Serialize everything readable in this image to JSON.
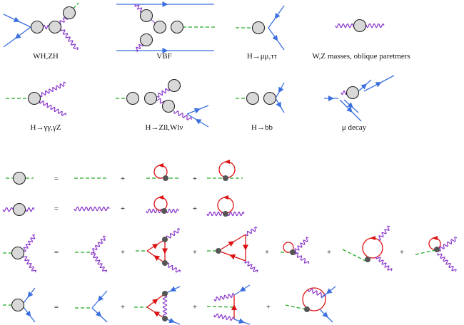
{
  "palette": {
    "scalar": "#22aa22",
    "fermion": "#3b6fe0",
    "boson": "#8833cc",
    "loop": "#dd1111",
    "blob_fill": "#d8d8d8",
    "dot": "#555555"
  },
  "top_labels": {
    "wh_zh": "WH,ZH",
    "vbf": "VBF",
    "h_mumu_tautau": "H→μμ,ττ",
    "wz_masses": "W,Z masses, oblique paretmers",
    "h_gamgam_gamz": "H→γγ,γZ",
    "h_zll_wlnu": "H→Zll,Wlν",
    "h_bb": "H→bb",
    "mu_decay": "μ decay"
  },
  "symbols": {
    "equals": "=",
    "plus": "+"
  }
}
